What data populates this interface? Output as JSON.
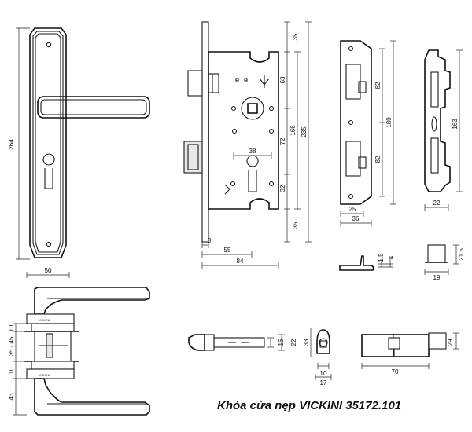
{
  "title": "Khóa cửa nẹp VICKINI 35172.101",
  "brand_mark": "VICKINI",
  "dimensions": {
    "plate_height": "264",
    "plate_width": "50",
    "top_35": "35",
    "d63": "63",
    "d166": "166",
    "d235": "235",
    "d72": "72",
    "d38": "38",
    "d32": "32",
    "bottom_35": "35",
    "d3": "3",
    "d55": "55",
    "d84": "84",
    "strike_82a": "82",
    "strike_180": "180",
    "strike_82b": "82",
    "strike_25": "25",
    "strike_36": "36",
    "s163": "163",
    "s22": "22",
    "d1_5": "1.5",
    "d4": "4",
    "d21_5": "21.5",
    "d19": "19",
    "h10": "10",
    "h35_45": "35 - 45",
    "h43": "43",
    "sp16": "16",
    "sp22": "22",
    "k33": "33",
    "k10": "10",
    "k17": "17",
    "c70": "70",
    "c29": "29"
  }
}
